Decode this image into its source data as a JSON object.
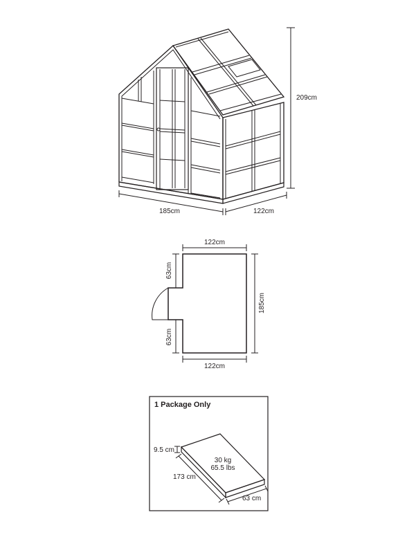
{
  "elevation": {
    "height_label": "209cm",
    "width_label": "185cm",
    "depth_label": "122cm"
  },
  "floor_plan": {
    "top_label": "122cm",
    "bottom_label": "122cm",
    "right_label": "185cm",
    "left_upper_label": "63cm",
    "left_lower_label": "63cm"
  },
  "package": {
    "title": "1 Package Only",
    "weight_kg": "30 kg",
    "weight_lbs": "65.5 lbs",
    "thickness_label": "9.5 cm",
    "length_label": "173 cm",
    "width_label": "63 cm"
  },
  "colors": {
    "line": "#231f20",
    "background": "#ffffff"
  }
}
